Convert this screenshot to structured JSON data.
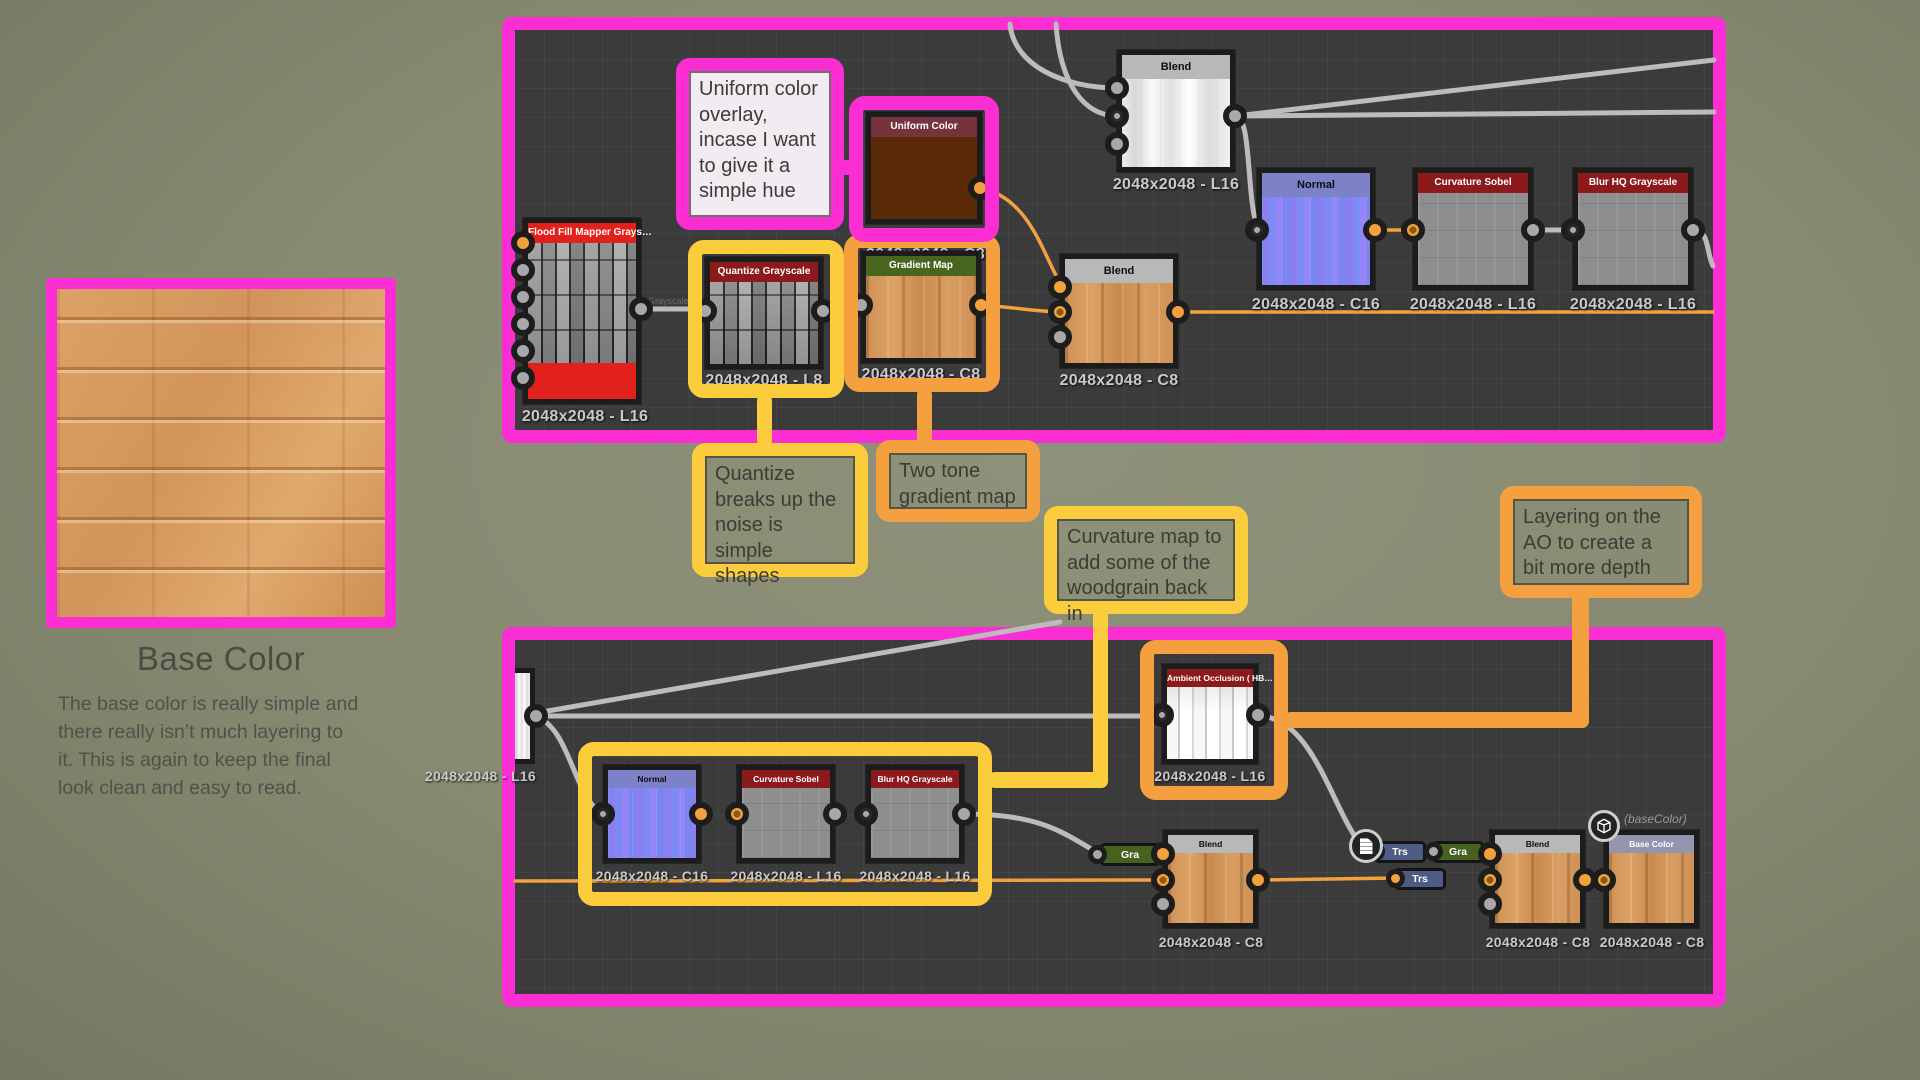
{
  "left_panel": {
    "title": "Base Color",
    "description": "The base color is really simple and\nthere really isn’t much layering to\nit. This is again to keep the final\nlook clean and easy to read."
  },
  "annotations": {
    "uniform": "Uniform color\noverlay,\nincase I want\nto give it a\nsimple hue",
    "quantize": "Quantize\nbreaks up the\nnoise is simple\nshapes",
    "two_tone": "Two tone\ngradient map",
    "curvature": "Curvature map to\nadd some of the\nwoodgrain back in",
    "layering": "Layering on the\nAO to create a\nbit more depth"
  },
  "top_graph": {
    "wire_label": "Grayscale",
    "nodes": {
      "flood_fill": {
        "title": "Flood Fill Mapper Grays…",
        "caption": "2048x2048 - L16"
      },
      "quantize": {
        "title": "Quantize Grayscale",
        "caption": "2048x2048 - L8"
      },
      "gradient_map": {
        "title": "Gradient Map",
        "caption": "2048x2048 - C8"
      },
      "uniform_color": {
        "title": "Uniform Color",
        "caption": "2048x2048 - C8"
      },
      "blend_1": {
        "title": "Blend",
        "caption": "2048x2048 - L16"
      },
      "blend_2": {
        "title": "Blend",
        "caption": "2048x2048 - C8"
      },
      "normal": {
        "title": "Normal",
        "caption": "2048x2048 - C16"
      },
      "curvature_sobel": {
        "title": "Curvature Sobel",
        "caption": "2048x2048 - L16"
      },
      "blur_hq": {
        "title": "Blur HQ Grayscale",
        "caption": "2048x2048 - L16"
      }
    }
  },
  "bottom_graph": {
    "nodes": {
      "clipped": {
        "caption": "2048x2048 - L16"
      },
      "normal": {
        "title": "Normal",
        "caption": "2048x2048 - C16"
      },
      "curvature_sobel": {
        "title": "Curvature Sobel",
        "caption": "2048x2048 - L16"
      },
      "blur_hq": {
        "title": "Blur HQ Grayscale",
        "caption": "2048x2048 - L16"
      },
      "ao": {
        "title": "Ambient Occlusion ( HB…",
        "caption": "2048x2048 - L16"
      },
      "blend_1": {
        "title": "Blend",
        "caption": "2048x2048 - C8"
      },
      "blend_2": {
        "title": "Blend",
        "caption": "2048x2048 - C8"
      },
      "base_color": {
        "title": "Base Color",
        "caption": "2048x2048 - C8",
        "tag": "(baseColor)"
      }
    },
    "pills": {
      "gra": "Gra",
      "trs": "Trs"
    }
  },
  "colors": {
    "background": "#878a71",
    "panel_bg": "#3b3b3c",
    "pink": "#fb2ed3",
    "yellow": "#fbcd3c",
    "orange": "#f5a03f",
    "header_red": "#e2201c",
    "header_darkred": "#8c1a1d",
    "header_green": "#49661f",
    "header_lavender": "#7d82c8",
    "wire_gray": "#bcbcbc",
    "wire_orange": "#f2a13c"
  }
}
